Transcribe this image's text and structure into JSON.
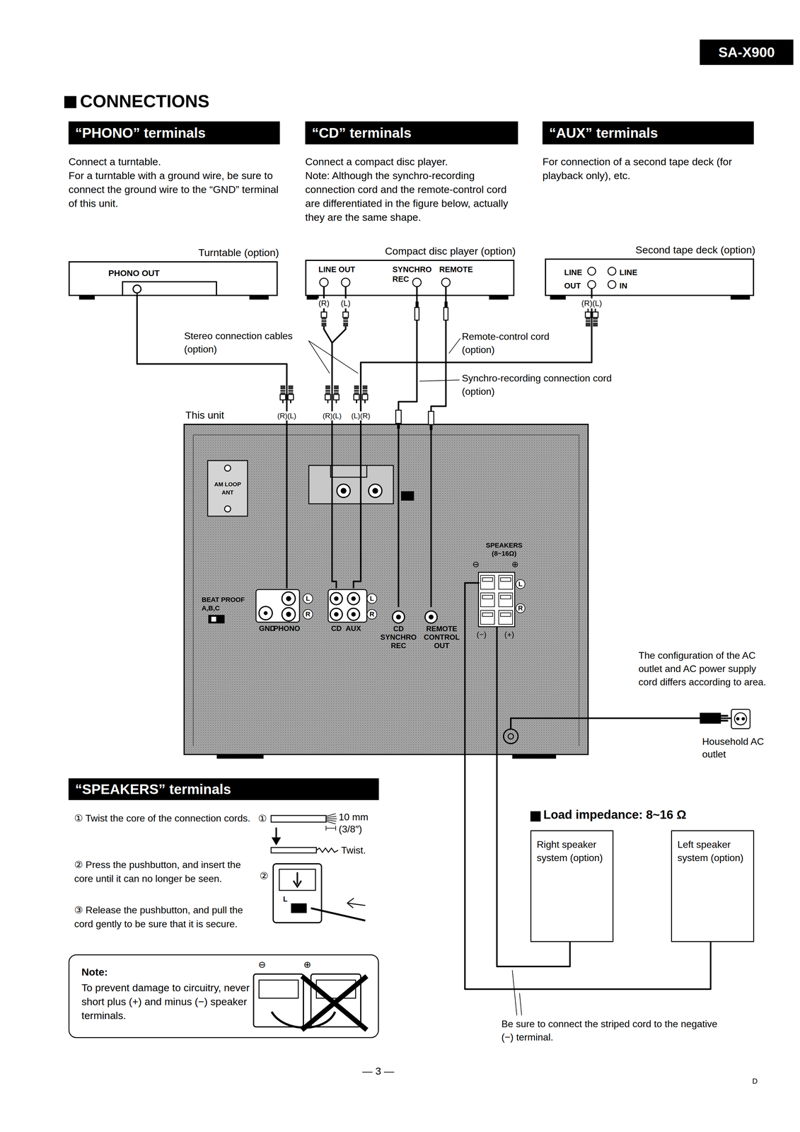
{
  "diagram": {
    "title": "CONNECTIONS",
    "nodes": [
      {
        "text": [
          "SA-X900"
        ]
      },
      {
        "text": [
          "“PHONO” terminals"
        ]
      },
      {
        "text": [
          "“CD” terminals"
        ]
      },
      {
        "text": [
          "“AUX” terminals"
        ]
      },
      {
        "text": [
          "Turntable (option)",
          "PHONO OUT"
        ]
      },
      {
        "text": [
          "Compact disc player (option)",
          "LINE OUT",
          "SYNCHRO REC",
          "REMOTE"
        ]
      },
      {
        "text": [
          "Second tape deck (option)",
          "LINE OUT",
          "LINE IN"
        ]
      },
      {
        "text": [
          "This unit"
        ]
      },
      {
        "text": [
          "AM LOOP ANT"
        ],
        "in": 7
      },
      {
        "text": [
          "GND",
          "PHONO"
        ],
        "in": 7
      },
      {
        "text": [
          "CD",
          "AUX"
        ],
        "in": 7
      },
      {
        "text": [
          "CD SYNCHRO REC"
        ],
        "in": 7
      },
      {
        "text": [
          "REMOTE CONTROL OUT"
        ],
        "in": 7
      },
      {
        "text": [
          "SPEAKERS (8~16Ω)"
        ],
        "in": 7
      },
      {
        "text": [
          "Household AC outlet"
        ]
      },
      {
        "text": [
          "“SPEAKERS” terminals"
        ]
      },
      {
        "text": [
          "Note:",
          "To prevent damage to circuitry, never short plus (+) and minus (−) speaker terminals."
        ]
      },
      {
        "text": [
          "Right speaker system (option)"
        ]
      },
      {
        "text": [
          "Left speaker system (option)"
        ]
      }
    ],
    "edges": [
      {
        "from": 4,
        "to": 9,
        "arrow": "none"
      },
      {
        "from": 5,
        "to": 10,
        "arrow": "none"
      },
      {
        "from": 5,
        "to": 11,
        "arrow": "none"
      },
      {
        "from": 5,
        "to": 12,
        "arrow": "none"
      },
      {
        "from": 6,
        "to": 10,
        "arrow": "none"
      },
      {
        "from": 13,
        "to": 17,
        "arrow": "none"
      },
      {
        "from": 13,
        "to": 18,
        "arrow": "none"
      },
      {
        "from": 7,
        "to": 14,
        "arrow": "none"
      }
    ],
    "labels": [
      "Connect a turntable.",
      "For a turntable with a ground wire, be sure to connect the ground wire to the “GND” terminal of this unit.",
      "Connect a compact disc player.",
      "Note: Although the synchro-recording connection cord and the remote-control cord are differentiated in the figure below, actually they are the same shape.",
      "For connection of a second tape deck (for playback only), etc.",
      "Stereo connection cables (option)",
      "Remote-control cord (option)",
      "Synchro-recording connection cord (option)",
      "(R)",
      "(L)",
      "(R)(L)",
      "(R)(L)",
      "(R)(L)",
      "(L)(R)",
      "BEAT PROOF A,B,C",
      "L",
      "R",
      "L",
      "R",
      "⊖",
      "⊕",
      "L",
      "R",
      "(−)",
      "(+)",
      "The configuration of the AC outlet and AC power supply cord differs according to area.",
      "① Twist the core of the connection cords.",
      "② Press the pushbutton, and insert the core until it can no longer be seen.",
      "③ Release the pushbutton, and pull the cord gently to be sure that it is secure.",
      "①",
      "10 mm (3/8″)",
      "Twist.",
      "②",
      "⊖",
      "⊕",
      "Load impedance: 8~16 Ω",
      "Be sure to connect the striped cord to the negative (−) terminal.",
      "— 3 —",
      "D",
      "L"
    ]
  }
}
